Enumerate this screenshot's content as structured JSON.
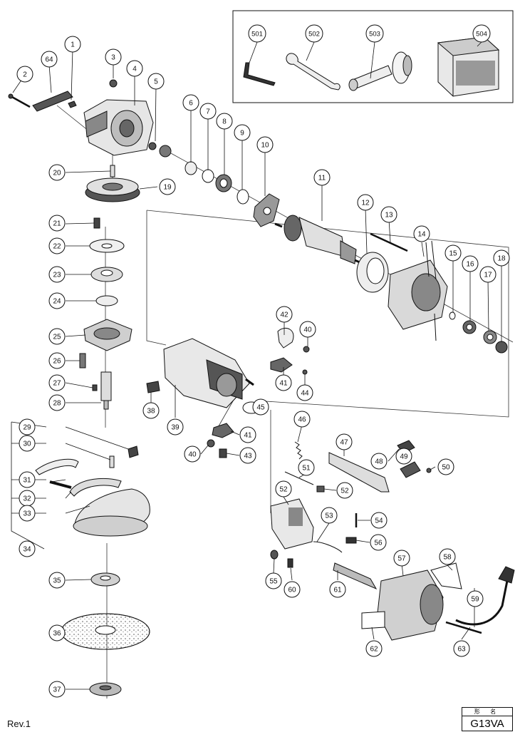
{
  "revision": "Rev.1",
  "model_header": "形 名",
  "model_name": "G13VA",
  "callouts": [
    "1",
    "2",
    "3",
    "4",
    "5",
    "6",
    "7",
    "8",
    "9",
    "10",
    "11",
    "12",
    "13",
    "14",
    "15",
    "16",
    "17",
    "18",
    "19",
    "20",
    "21",
    "22",
    "23",
    "24",
    "25",
    "26",
    "27",
    "28",
    "29",
    "30",
    "31",
    "32",
    "33",
    "34",
    "35",
    "36",
    "37",
    "38",
    "39",
    "40",
    "40",
    "41",
    "41",
    "42",
    "43",
    "44",
    "45",
    "46",
    "47",
    "48",
    "49",
    "50",
    "51",
    "52",
    "52",
    "53",
    "54",
    "55",
    "56",
    "57",
    "58",
    "59",
    "60",
    "61",
    "62",
    "63",
    "64",
    "501",
    "502",
    "503",
    "504"
  ]
}
